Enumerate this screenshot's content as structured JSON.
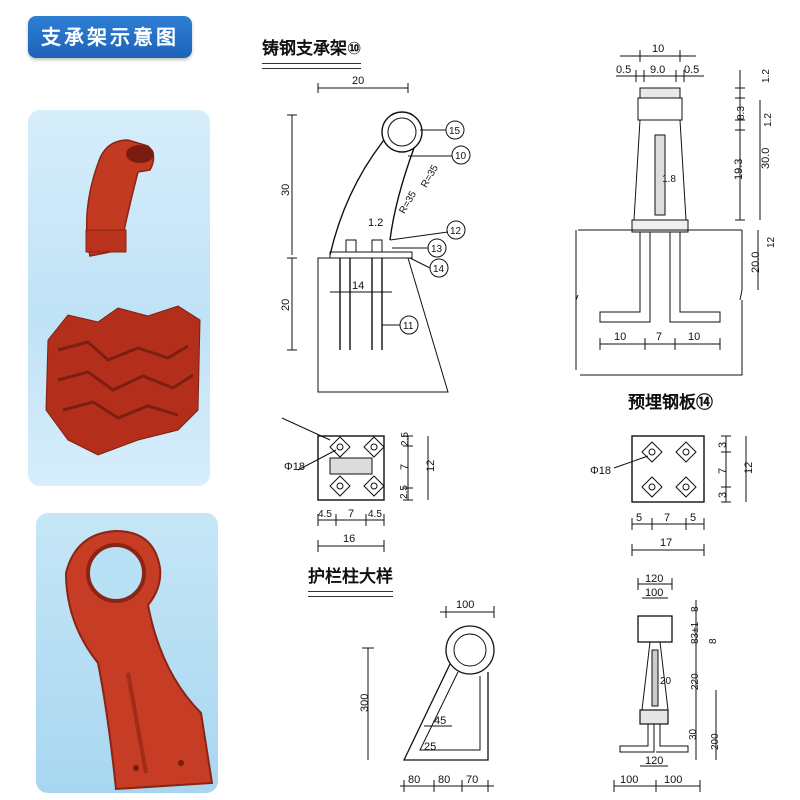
{
  "badge": {
    "title": "支承架示意图"
  },
  "headings": {
    "cast_steel_bracket": "铸钢支承架⑩",
    "embedded_plate": "预埋钢板⑭",
    "railing_post": "护栏柱大样"
  },
  "side_view": {
    "dims": {
      "top_width": "20",
      "upper_height": "30",
      "lower_height": "20",
      "anchor_spacing": "14",
      "arc_r1": "R=35",
      "arc_r2": "R=35",
      "thickness": "1.2"
    },
    "callouts": [
      "15",
      "10",
      "12",
      "13",
      "14",
      "11"
    ]
  },
  "front_view": {
    "dims": {
      "top_width": "10",
      "left_gap": "0.5",
      "middle": "9.0",
      "right_gap": "0.5",
      "r_1_2a": "1.2",
      "r_8_3": "8.3",
      "r_1_2b": "1.2",
      "r_19_3": "19.3",
      "r_30_0": "30.0",
      "web": "1.8",
      "r_12": "12",
      "r_20_0": "20.0",
      "bottom_left": "10",
      "bottom_mid": "7",
      "bottom_right": "10"
    }
  },
  "base_plate": {
    "hole_label": "Φ18",
    "dims": {
      "r_2_5a": "2.5",
      "r_7": "7",
      "r_2_5b": "2.5",
      "r_12": "12",
      "b_4_5a": "4.5",
      "b_7": "7",
      "b_4_5b": "4.5",
      "b_16": "16"
    }
  },
  "embedded_plate": {
    "hole_label": "Φ18",
    "dims": {
      "r_3a": "3",
      "r_7": "7",
      "r_3b": "3",
      "r_12": "12",
      "b_5a": "5",
      "b_7": "7",
      "b_5b": "5",
      "b_17": "17"
    }
  },
  "post_side": {
    "dims": {
      "top": "100",
      "height": "300",
      "d45": "45",
      "d25": "25",
      "b_80a": "80",
      "b_80b": "80",
      "b_70": "70"
    }
  },
  "post_front": {
    "dims": {
      "top_120": "120",
      "top_100": "100",
      "r_8a": "8",
      "r_83": "83±1",
      "r_8b": "8",
      "web_20": "20",
      "r_220": "220",
      "r_30": "30",
      "r_200": "200",
      "b_120": "120",
      "b_100a": "100",
      "b_100b": "100"
    }
  },
  "colors": {
    "badge": "#1d63b8",
    "casting": "#c23a22",
    "photo_bg": "#c6e6f7"
  }
}
